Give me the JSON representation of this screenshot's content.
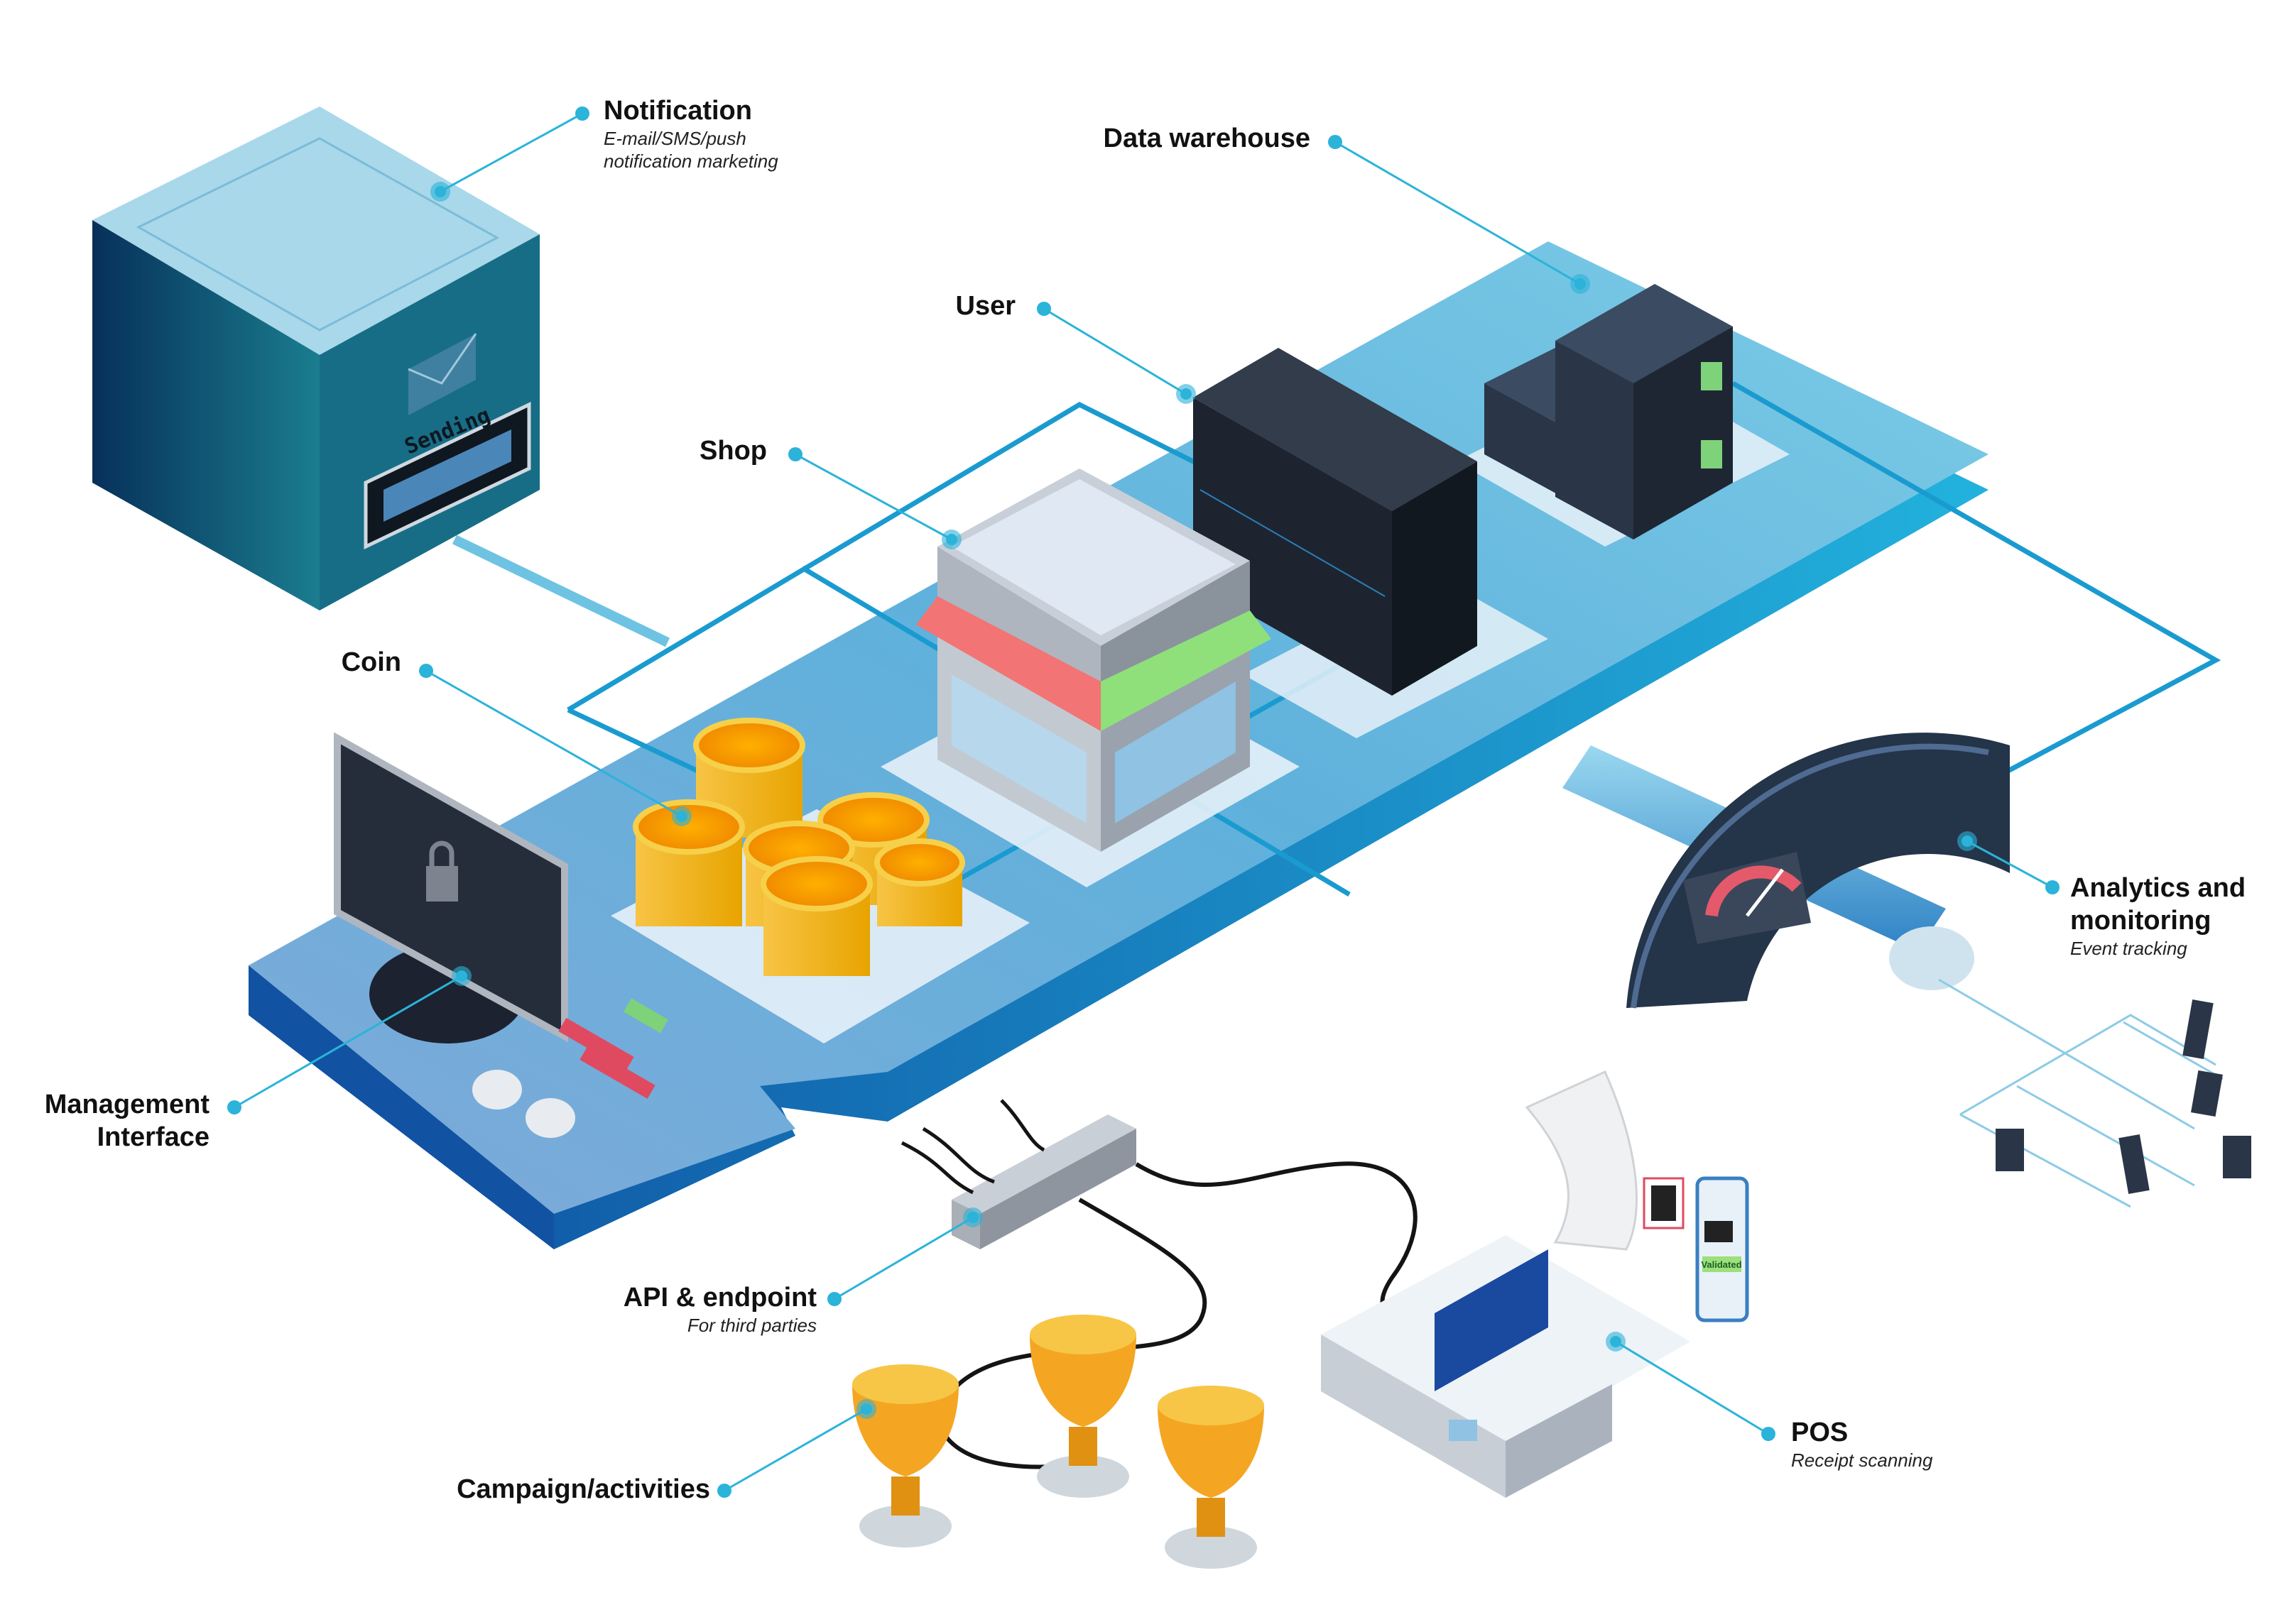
{
  "diagram": {
    "components": [
      {
        "key": "notification",
        "title": "Notification",
        "subtitle_lines": [
          "E-mail/SMS/push",
          "notification marketing"
        ]
      },
      {
        "key": "data_warehouse",
        "title": "Data warehouse",
        "subtitle_lines": []
      },
      {
        "key": "user",
        "title": "User",
        "subtitle_lines": []
      },
      {
        "key": "shop",
        "title": "Shop",
        "subtitle_lines": []
      },
      {
        "key": "coin",
        "title": "Coin",
        "subtitle_lines": []
      },
      {
        "key": "management",
        "title_lines": [
          "Management",
          "Interface"
        ],
        "subtitle_lines": []
      },
      {
        "key": "analytics",
        "title_lines": [
          "Analytics and",
          "monitoring"
        ],
        "subtitle_lines": [
          "Event tracking"
        ]
      },
      {
        "key": "api",
        "title": "API & endpoint",
        "subtitle_lines": [
          "For third parties"
        ]
      },
      {
        "key": "campaign",
        "title": "Campaign/activities",
        "subtitle_lines": []
      },
      {
        "key": "pos",
        "title": "POS",
        "subtitle_lines": [
          "Receipt scanning"
        ]
      }
    ],
    "illustration_text": {
      "sending_sign": "Sending",
      "phone_badge": "Validated"
    },
    "colors": {
      "accent": "#2bb3d9",
      "platform_top": "#5fb6de",
      "platform_side": "#1f6fb8",
      "server_dark": "#1e2633",
      "coin_gold": "#f2b91a",
      "trophy_gold": "#f4a623"
    },
    "icons": [
      "envelope-icon",
      "lock-icon",
      "barcode-icon",
      "gauge-icon",
      "monitor-icon",
      "trophy-icon",
      "coin-icon",
      "server-icon",
      "store-icon"
    ]
  }
}
